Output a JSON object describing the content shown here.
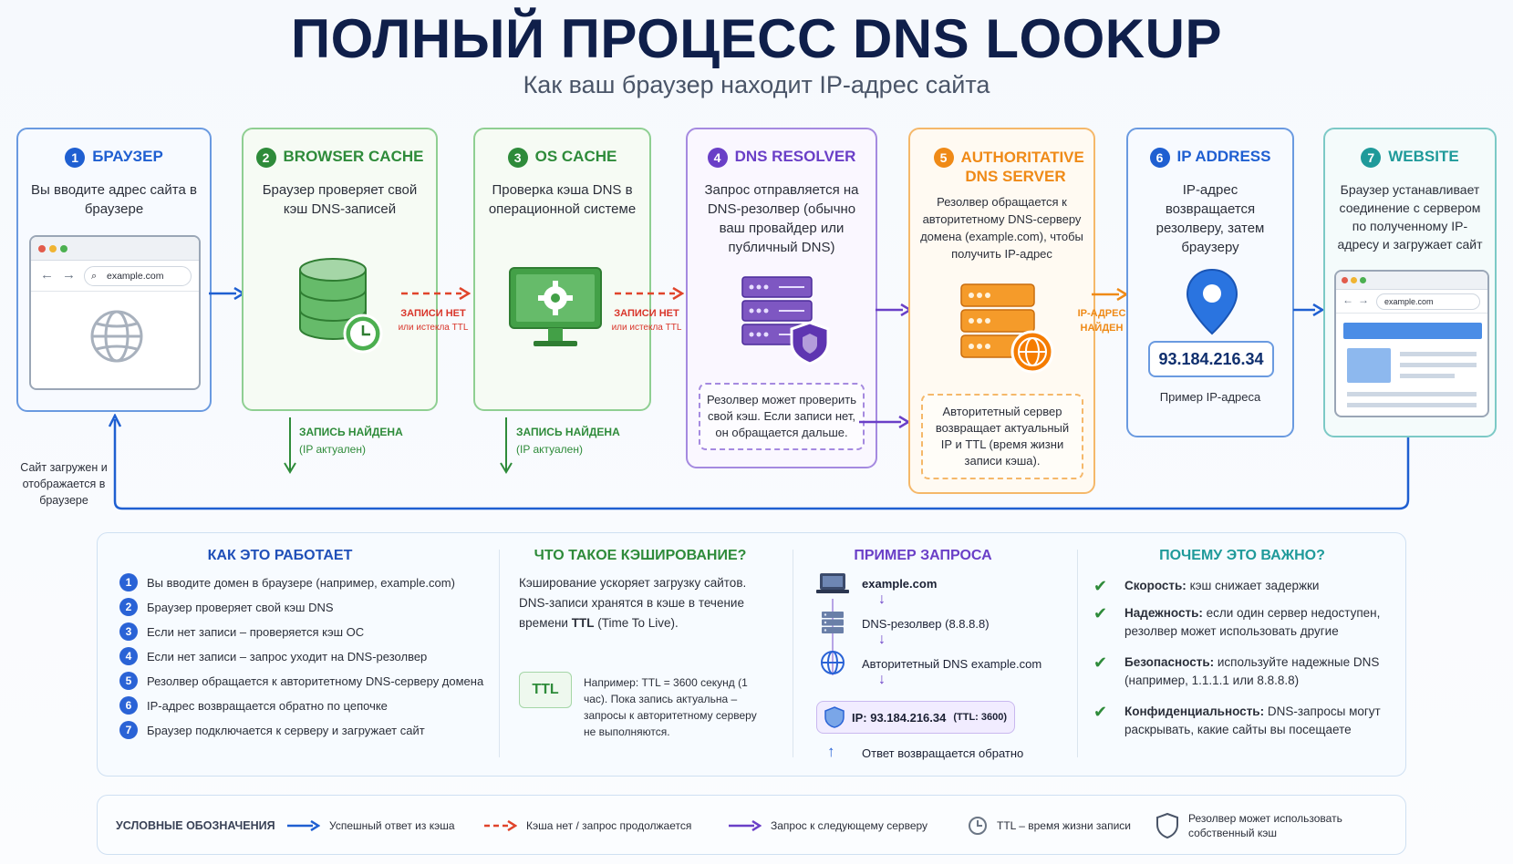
{
  "title": "ПОЛНЫЙ ПРОЦЕСС DNS LOOKUP",
  "subtitle": "Как ваш браузер находит IP-адрес сайта",
  "steps": [
    {
      "num": "1",
      "title": "БРАУЗЕР",
      "desc": "Вы вводите адрес сайта в браузере",
      "url": "example.com",
      "color": "#1f5fd1"
    },
    {
      "num": "2",
      "title": "BROWSER CACHE",
      "desc": "Браузер проверяет свой кэш DNS-записей",
      "color": "#2e8b3a"
    },
    {
      "num": "3",
      "title": "OS CACHE",
      "desc": "Проверка кэша DNS в операционной системе",
      "color": "#2e8b3a"
    },
    {
      "num": "4",
      "title": "DNS RESOLVER",
      "desc": "Запрос отправляется на DNS-резолвер (обычно ваш провайдер или публичный DNS)",
      "note": "Резолвер может проверить свой кэш. Если записи нет, он обращается дальше.",
      "color": "#6a3fc7"
    },
    {
      "num": "5",
      "title": "AUTHORITATIVE DNS SERVER",
      "desc": "Резолвер обращается к авторитетному DNS-серверу домена (example.com), чтобы получить IP-адрес",
      "note": "Авторитетный сервер возвращает актуальный IP и TTL (время жизни записи кэша).",
      "color": "#ef8a17"
    },
    {
      "num": "6",
      "title": "IP ADDRESS",
      "desc": "IP-адрес возвращается резолверу, затем браузеру",
      "ip": "93.184.216.34",
      "ip_caption": "Пример IP-адреса",
      "color": "#1f5fd1"
    },
    {
      "num": "7",
      "title": "WEBSITE",
      "desc": "Браузер устанавливает соединение с сервером по полученному IP-адресу и загружает сайт",
      "url": "example.com",
      "color": "#1f9a9a"
    }
  ],
  "arrows": {
    "miss_title": "ЗАПИСИ НЕТ",
    "miss_sub": "или истекла TTL",
    "found_title": "ЗАПИСЬ НАЙДЕНА",
    "found_sub": "(IP актуален)",
    "ip_found": "IP-АДРЕС НАЙДЕН",
    "loaded": "Сайт загружен и отображается в браузере"
  },
  "how": {
    "title": "КАК ЭТО РАБОТАЕТ",
    "items": [
      "Вы вводите домен в браузере (например, example.com)",
      "Браузер проверяет свой кэш DNS",
      "Если нет записи – проверяется кэш ОС",
      "Если нет записи – запрос уходит на DNS-резолвер",
      "Резолвер обращается к авторитетному DNS-серверу домена",
      "IP-адрес возвращается обратно по цепочке",
      "Браузер подключается к серверу и загружает сайт"
    ]
  },
  "caching": {
    "title": "ЧТО ТАКОЕ КЭШИРОВАНИЕ?",
    "text_a": "Кэширование ускоряет загрузку сайтов. DNS-записи хранятся в кэше в течение времени ",
    "text_b": "TTL",
    "text_c": " (Time To Live).",
    "ttl_badge": "TTL",
    "ttl_note": "Например: TTL = 3600 секунд (1 час). Пока запись актуальна – запросы к авторитетному серверу не выполняются."
  },
  "example": {
    "title": "ПРИМЕР ЗАПРОСА",
    "line1": "example.com",
    "line2": "DNS-резолвер (8.8.8.8)",
    "line3": "Авторитетный DNS example.com",
    "result_ip": "IP: 93.184.216.34",
    "result_ttl": "(TTL: 3600)",
    "footer": "Ответ возвращается обратно"
  },
  "why": {
    "title": "ПОЧЕМУ ЭТО ВАЖНО?",
    "items": [
      {
        "bold": "Скорость:",
        "text": " кэш снижает задержки"
      },
      {
        "bold": "Надежность:",
        "text": " если один сервер недоступен, резолвер может использовать другие"
      },
      {
        "bold": "Безопасность:",
        "text": " используйте надежные DNS (например, 1.1.1.1 или 8.8.8.8)"
      },
      {
        "bold": "Конфиденциальность:",
        "text": " DNS-запросы могут раскрывать, какие сайты вы посещаете"
      }
    ]
  },
  "legend": {
    "title": "УСЛОВНЫЕ ОБОЗНАЧЕНИЯ",
    "blue": "Успешный ответ из кэша",
    "red": "Кэша нет / запрос продолжается",
    "purple": "Запрос к следующему серверу",
    "clock": "TTL – время жизни записи",
    "shield": "Резолвер может использовать собственный кэш"
  }
}
